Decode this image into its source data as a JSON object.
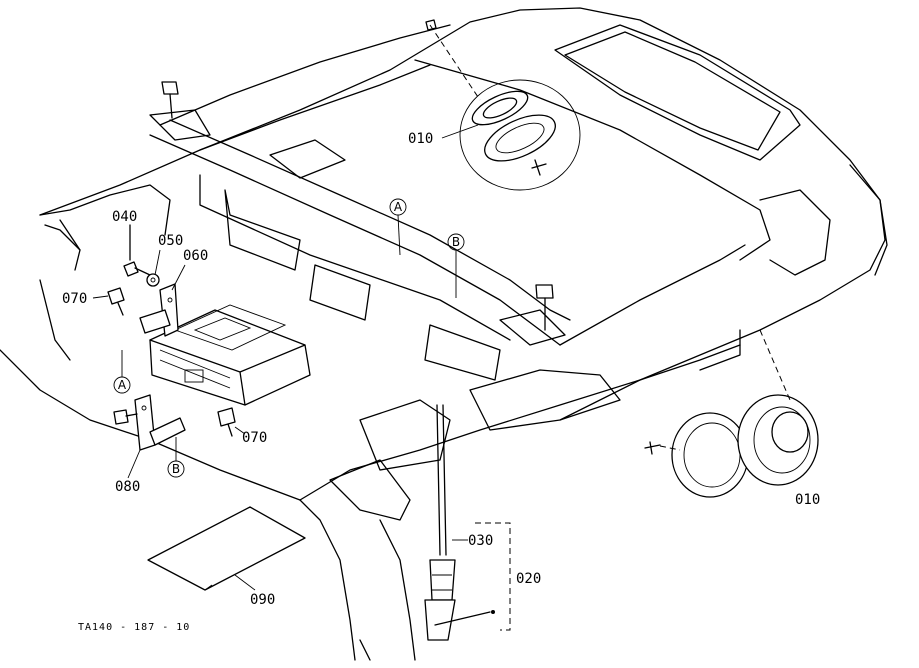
{
  "labels": {
    "p010_top": "010",
    "p010_right": "010",
    "p020": "020",
    "p030": "030",
    "p040": "040",
    "p050": "050",
    "p060": "060",
    "p070_left": "070",
    "p070_right": "070",
    "p080": "080",
    "p090": "090"
  },
  "refs": {
    "a_top": "A",
    "b_top": "B",
    "a_left": "A",
    "b_bottom": "B"
  },
  "drawing_id": "TA140 - 187 - 10"
}
